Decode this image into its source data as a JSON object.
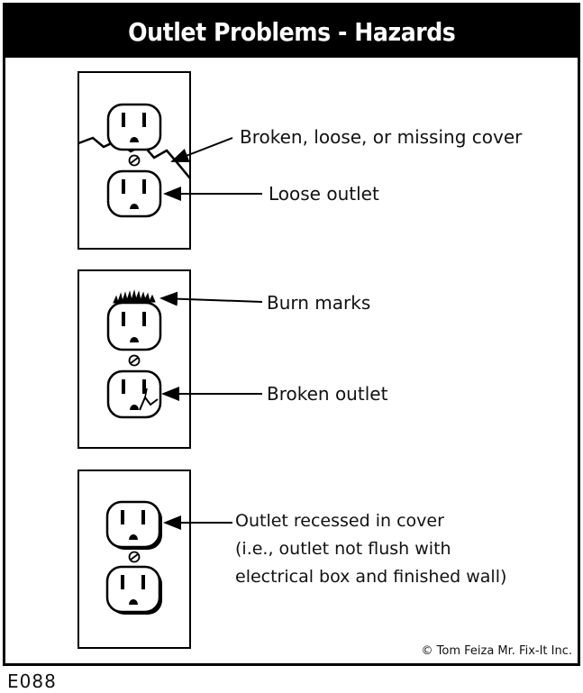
{
  "title": "Outlet Problems - Hazards",
  "panels": [
    {
      "labels": [
        "Broken, loose, or missing cover",
        "Loose outlet"
      ]
    },
    {
      "labels": [
        "Burn marks",
        "Broken outlet"
      ]
    },
    {
      "labels": [
        "Outlet recessed in cover",
        "(i.e., outlet not flush with",
        "electrical box and finished wall)"
      ]
    }
  ],
  "credit": "© Tom Feiza Mr. Fix-It Inc.",
  "code": "E088",
  "colors": {
    "ink": "#000000",
    "background": "#ffffff"
  }
}
